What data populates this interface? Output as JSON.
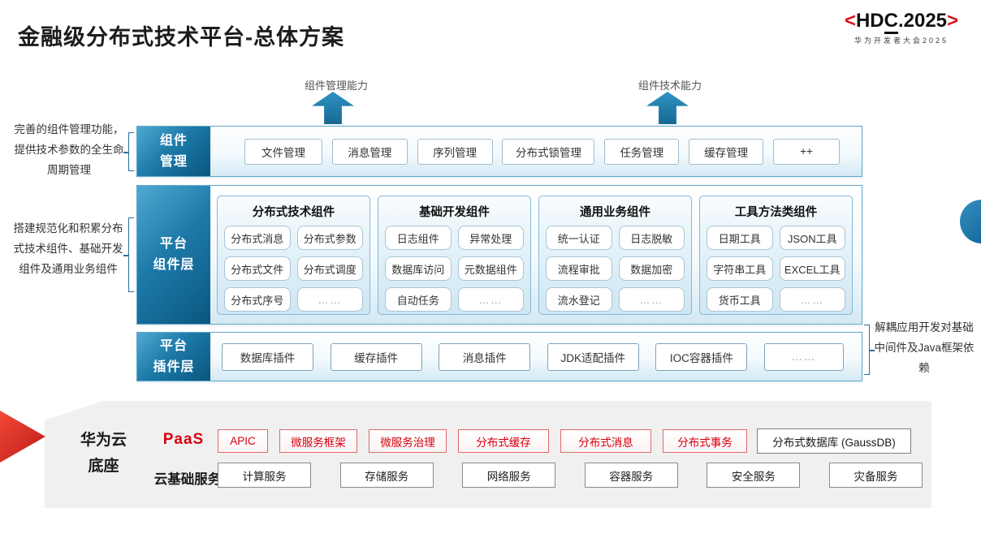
{
  "title": "金融级分布式技术平台-总体方案",
  "logo": {
    "bracket_left": "<",
    "part1": "HD",
    "underlined": "C",
    "part2": ".2025",
    "bracket_right": ">",
    "subtitle": "华为开发者大会2025"
  },
  "capabilities": {
    "mgmt": "组件管理能力",
    "tech": "组件技术能力"
  },
  "notes": {
    "left_top": "完善的组件管理功能，提供技术参数的全生命周期管理",
    "left_bottom": "搭建规范化和积累分布式技术组件、基础开发组件及通用业务组件",
    "right": "解耦应用开发对基础中间件及Java框架依赖"
  },
  "layers": {
    "mgmt": {
      "label_lines": [
        "组件",
        "管理"
      ],
      "items": [
        "文件管理",
        "消息管理",
        "序列管理",
        "分布式锁管理",
        "任务管理",
        "缓存管理",
        "++"
      ]
    },
    "components": {
      "label_lines": [
        "平台",
        "组件层"
      ],
      "groups": [
        {
          "title": "分布式技术组件",
          "items": [
            "分布式消息",
            "分布式参数",
            "分布式文件",
            "分布式调度",
            "分布式序号",
            "……"
          ]
        },
        {
          "title": "基础开发组件",
          "items": [
            "日志组件",
            "异常处理",
            "数据库访问",
            "元数据组件",
            "自动任务",
            "……"
          ]
        },
        {
          "title": "通用业务组件",
          "items": [
            "统一认证",
            "日志脱敏",
            "流程审批",
            "数据加密",
            "流水登记",
            "……"
          ]
        },
        {
          "title": "工具方法类组件",
          "items": [
            "日期工具",
            "JSON工具",
            "字符串工具",
            "EXCEL工具",
            "货币工具",
            "……"
          ]
        }
      ]
    },
    "plugins": {
      "label_lines": [
        "平台",
        "插件层"
      ],
      "items": [
        "数据库插件",
        "缓存插件",
        "消息插件",
        "JDK适配插件",
        "IOC容器插件",
        "……"
      ]
    }
  },
  "foundation": {
    "label_lines": [
      "华为云",
      "底座"
    ],
    "paas_label": "PaaS",
    "paas_items": [
      "APIC",
      "微服务框架",
      "微服务治理",
      "分布式缓存",
      "分布式消息",
      "分布式事务"
    ],
    "paas_db": "分布式数据库 (GaussDB)",
    "cloud_label": "云基础服务",
    "cloud_items": [
      "计算服务",
      "存储服务",
      "网络服务",
      "容器服务",
      "安全服务",
      "灾备服务"
    ]
  },
  "colors": {
    "primary_blue": "#0e6392",
    "layer_border_blue": "#63a8cd",
    "arrow_blue": "#1b7fae",
    "accent_red": "#d7000f",
    "logo_red": "#d8141a",
    "foundation_bg": "#f0f0f0"
  }
}
